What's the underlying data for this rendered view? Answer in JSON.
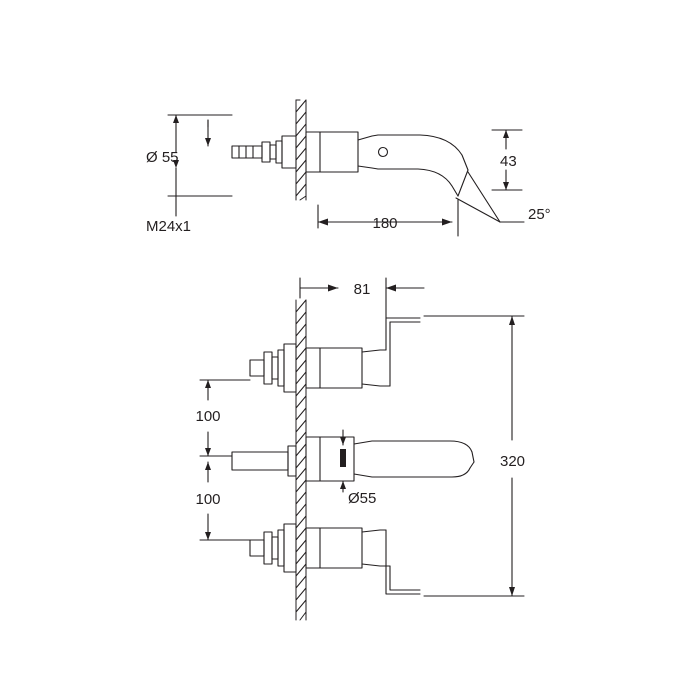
{
  "drawing": {
    "title": "Wall-mounted three-hole basin mixer technical dimension drawing",
    "line_color": "#231f20",
    "background": "#ffffff",
    "views": [
      {
        "name": "side-elevation-top",
        "labels": [
          {
            "id": "diameter-55-top",
            "text": "Ø 55"
          },
          {
            "id": "thread-m24x1",
            "text": "M24x1"
          },
          {
            "id": "spout-projection-180",
            "text": "180"
          },
          {
            "id": "spout-height-43",
            "text": "43"
          },
          {
            "id": "outlet-angle-25",
            "text": "25°"
          }
        ]
      },
      {
        "name": "front-elevation-bottom",
        "labels": [
          {
            "id": "handle-offset-81",
            "text": "81"
          },
          {
            "id": "spacing-100-upper",
            "text": "100"
          },
          {
            "id": "spacing-100-lower",
            "text": "100"
          },
          {
            "id": "diameter-55-bottom",
            "text": "Ø55"
          },
          {
            "id": "overall-width-320",
            "text": "320"
          }
        ]
      }
    ]
  }
}
